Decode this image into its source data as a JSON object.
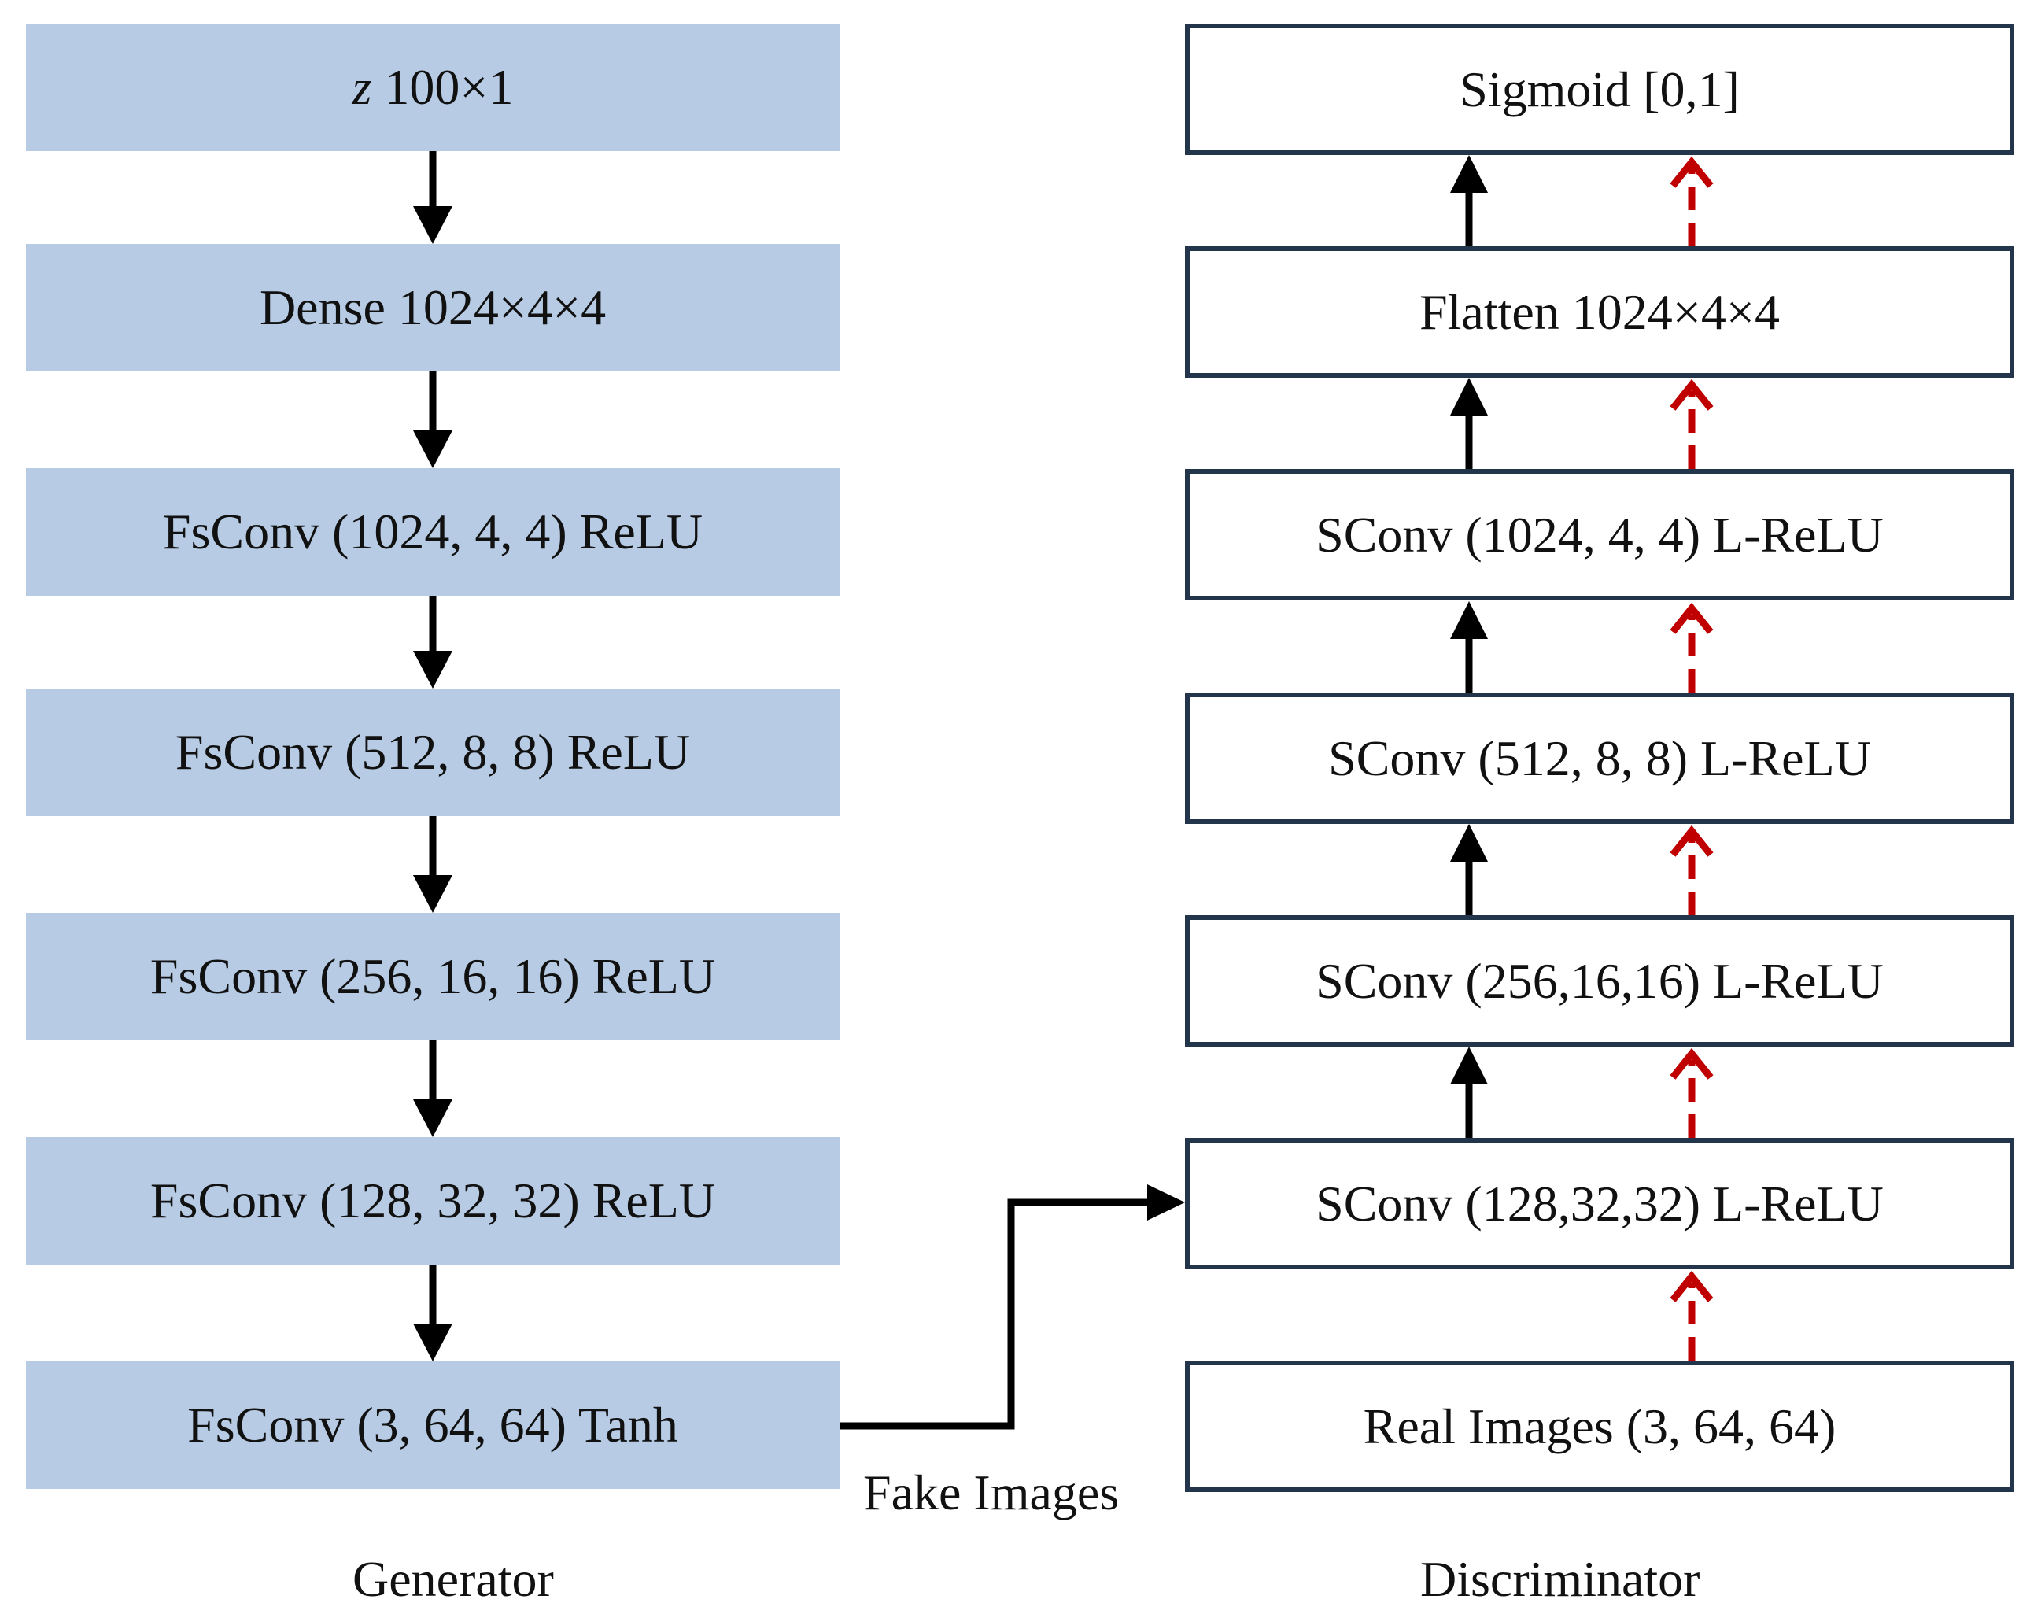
{
  "generator": {
    "layers": [
      {
        "var": "z",
        "label": "100×1"
      },
      {
        "label": "Dense 1024×4×4"
      },
      {
        "label": "FsConv (1024, 4, 4) ReLU"
      },
      {
        "label": "FsConv (512, 8, 8) ReLU"
      },
      {
        "label": "FsConv (256, 16, 16) ReLU"
      },
      {
        "label": "FsConv (128, 32, 32) ReLU"
      },
      {
        "label": "FsConv (3, 64, 64) Tanh"
      }
    ],
    "caption": "Generator"
  },
  "discriminator": {
    "layers": [
      {
        "label": "Sigmoid [0,1]"
      },
      {
        "label": "Flatten 1024×4×4"
      },
      {
        "label": "SConv (1024, 4, 4) L-ReLU"
      },
      {
        "label": "SConv (512, 8, 8) L-ReLU"
      },
      {
        "label": "SConv (256,16,16) L-ReLU"
      },
      {
        "label": "SConv (128,32,32) L-ReLU"
      },
      {
        "label": "Real Images (3, 64, 64)"
      }
    ],
    "caption": "Discriminator"
  },
  "connector_label": "Fake Images",
  "colors": {
    "generator_fill": "#b7cce4",
    "discriminator_border": "#22354a",
    "fake_flow_arrow": "#000000",
    "real_flow_arrow": "#c00000"
  }
}
